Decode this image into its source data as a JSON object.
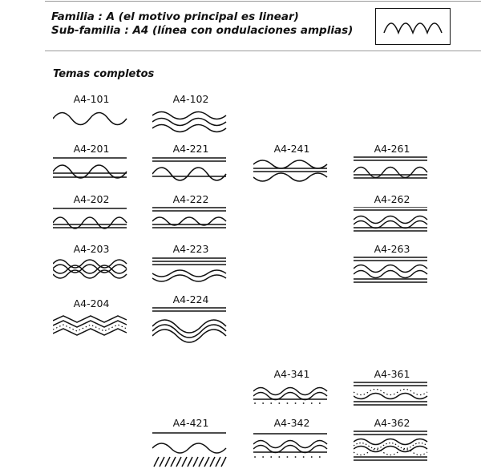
{
  "header": {
    "familia": "Familia : A (el motivo principal es linear)",
    "subfamilia": "Sub-familia : A4 (línea con ondulaciones amplias)",
    "thumbnail_icon": "wave-line-icon"
  },
  "section_title": "Temas completos",
  "motifs": {
    "m101": {
      "code": "A4-101"
    },
    "m102": {
      "code": "A4-102"
    },
    "m201": {
      "code": "A4-201"
    },
    "m221": {
      "code": "A4-221"
    },
    "m241": {
      "code": "A4-241"
    },
    "m261": {
      "code": "A4-261"
    },
    "m202": {
      "code": "A4-202"
    },
    "m222": {
      "code": "A4-222"
    },
    "m262": {
      "code": "A4-262"
    },
    "m203": {
      "code": "A4-203"
    },
    "m223": {
      "code": "A4-223"
    },
    "m263": {
      "code": "A4-263"
    },
    "m204": {
      "code": "A4-204"
    },
    "m224": {
      "code": "A4-224"
    },
    "m341": {
      "code": "A4-341"
    },
    "m361": {
      "code": "A4-361"
    },
    "m421": {
      "code": "A4-421"
    },
    "m342": {
      "code": "A4-342"
    },
    "m362": {
      "code": "A4-362"
    }
  }
}
